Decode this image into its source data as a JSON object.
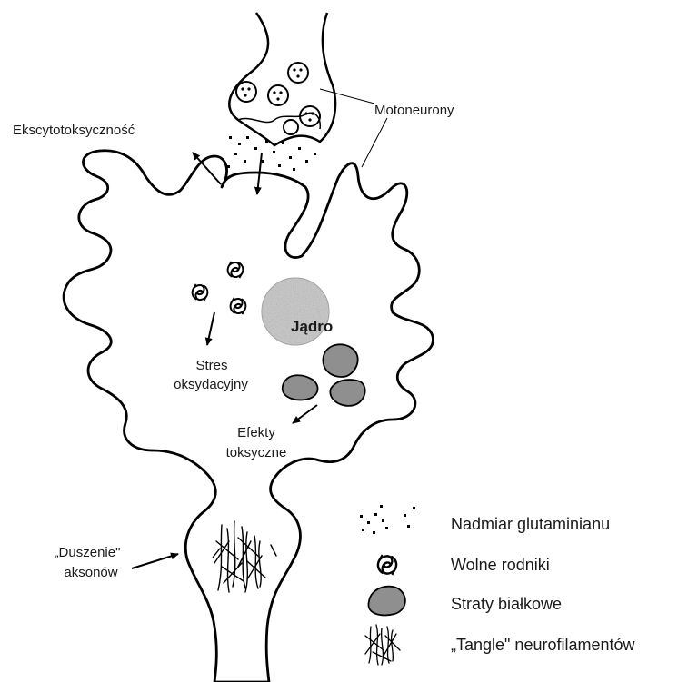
{
  "labels": {
    "excitotoxicity": "Ekscytotoksyczność",
    "motoneurons": "Motoneurony",
    "nucleus": "Jądro",
    "oxidative_stress_1": "Stres",
    "oxidative_stress_2": "oksydacyjny",
    "toxic_effects_1": "Efekty",
    "toxic_effects_2": "toksyczne",
    "axon_strangulation_1": "„Duszenie\"",
    "axon_strangulation_2": "aksonów"
  },
  "legend": {
    "items": [
      {
        "icon": "glutamate-dots-icon",
        "label": "Nadmiar glutaminianu"
      },
      {
        "icon": "free-radical-icon",
        "label": "Wolne rodniki"
      },
      {
        "icon": "protein-aggregate-icon",
        "label": "Straty białkowe"
      },
      {
        "icon": "neurofilament-tangle-icon",
        "label": "„Tangle\" neurofilamentów"
      }
    ]
  },
  "colors": {
    "outline": "#000000",
    "nucleus_fill": "#b8b8b8",
    "aggregate_fill": "#8f8f8f",
    "background": "#ffffff"
  }
}
